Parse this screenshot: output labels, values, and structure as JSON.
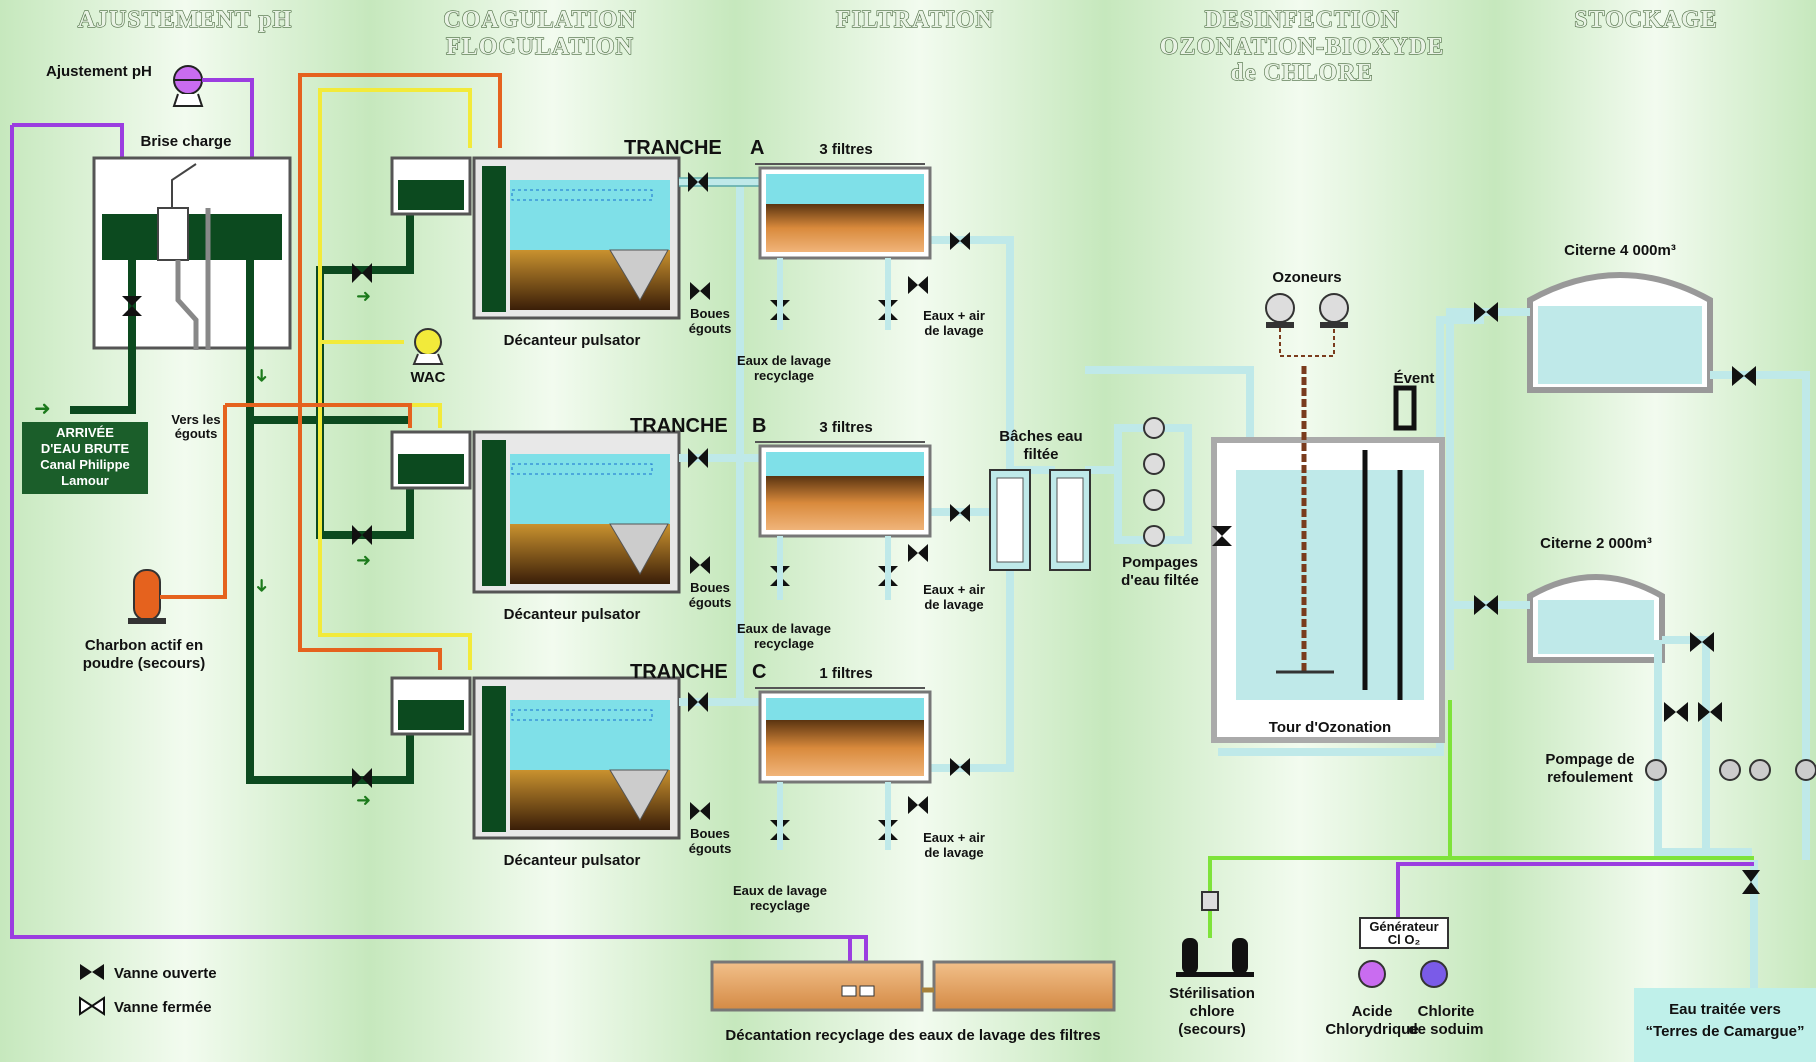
{
  "sections": {
    "ajustement": "AJUSTEMENT pH",
    "coagulation_1": "COAGULATION",
    "coagulation_2": "FLOCULATION",
    "filtration": "FILTRATION",
    "desinfection_1": "DESINFECTION",
    "desinfection_2": "OZONATION-BIOXYDE",
    "desinfection_3": "de CHLORE",
    "stockage": "STOCKAGE"
  },
  "labels": {
    "ajustement_ph": "Ajustement pH",
    "brise_charge": "Brise charge",
    "arrivee_1": "ARRIVÉE",
    "arrivee_2": "D'EAU BRUTE",
    "arrivee_3": "Canal Philippe",
    "arrivee_4": "Lamour",
    "vers_egouts_1": "Vers les",
    "vers_egouts_2": "égouts",
    "wac": "WAC",
    "charbon_1": "Charbon actif en",
    "charbon_2": "poudre (secours)",
    "decanteur": "Décanteur pulsator",
    "boues_1": "Boues",
    "boues_2": "égouts",
    "eaux_lavage_1": "Eaux de lavage",
    "eaux_lavage_2": "recyclage",
    "eaux_air_1": "Eaux + air",
    "eaux_air_2": "de lavage",
    "baches_1": "Bâches eau",
    "baches_2": "filtée",
    "pompages_1": "Pompages",
    "pompages_2": "d'eau filtée",
    "ozoneurs": "Ozoneurs",
    "event": "Évent",
    "tour_ozonation": "Tour d'Ozonation",
    "citerne_4000": "Citerne 4 000m³",
    "citerne_2000": "Citerne 2 000m³",
    "pompage_ref_1": "Pompage de",
    "pompage_ref_2": "refoulement",
    "sterilisation_1": "Stérilisation",
    "sterilisation_2": "chlore",
    "sterilisation_3": "(secours)",
    "generateur_1": "Générateur",
    "generateur_2": "Cl O₂",
    "acide_1": "Acide",
    "acide_2": "Chlorydrique",
    "chlorite_1": "Chlorite",
    "chlorite_2": "de soduim",
    "eau_traitee_1": "Eau traitée vers",
    "eau_traitee_2": "“Terres de Camargue”",
    "decantation_recyclage": "Décantation recyclage des eaux de lavage des filtres",
    "legend_ouverte": "Vanne ouverte",
    "legend_fermee": "Vanne fermée"
  },
  "tranches": [
    {
      "word": "TRANCHE",
      "letter": "A",
      "filters": "3 filtres"
    },
    {
      "word": "TRANCHE",
      "letter": "B",
      "filters": "3 filtres"
    },
    {
      "word": "TRANCHE",
      "letter": "C",
      "filters": "1 filtres"
    }
  ],
  "colors": {
    "dark_green": "#0c4a1f",
    "water": "#7fe0e8",
    "pipe_light": "#bfe9e9",
    "purple": "#9b3de0",
    "orange": "#e5621e",
    "yellow": "#f2ea3a",
    "chlorine_green": "#7ee33a",
    "sludge": "#6b3a12",
    "background": "#d6efcd"
  }
}
